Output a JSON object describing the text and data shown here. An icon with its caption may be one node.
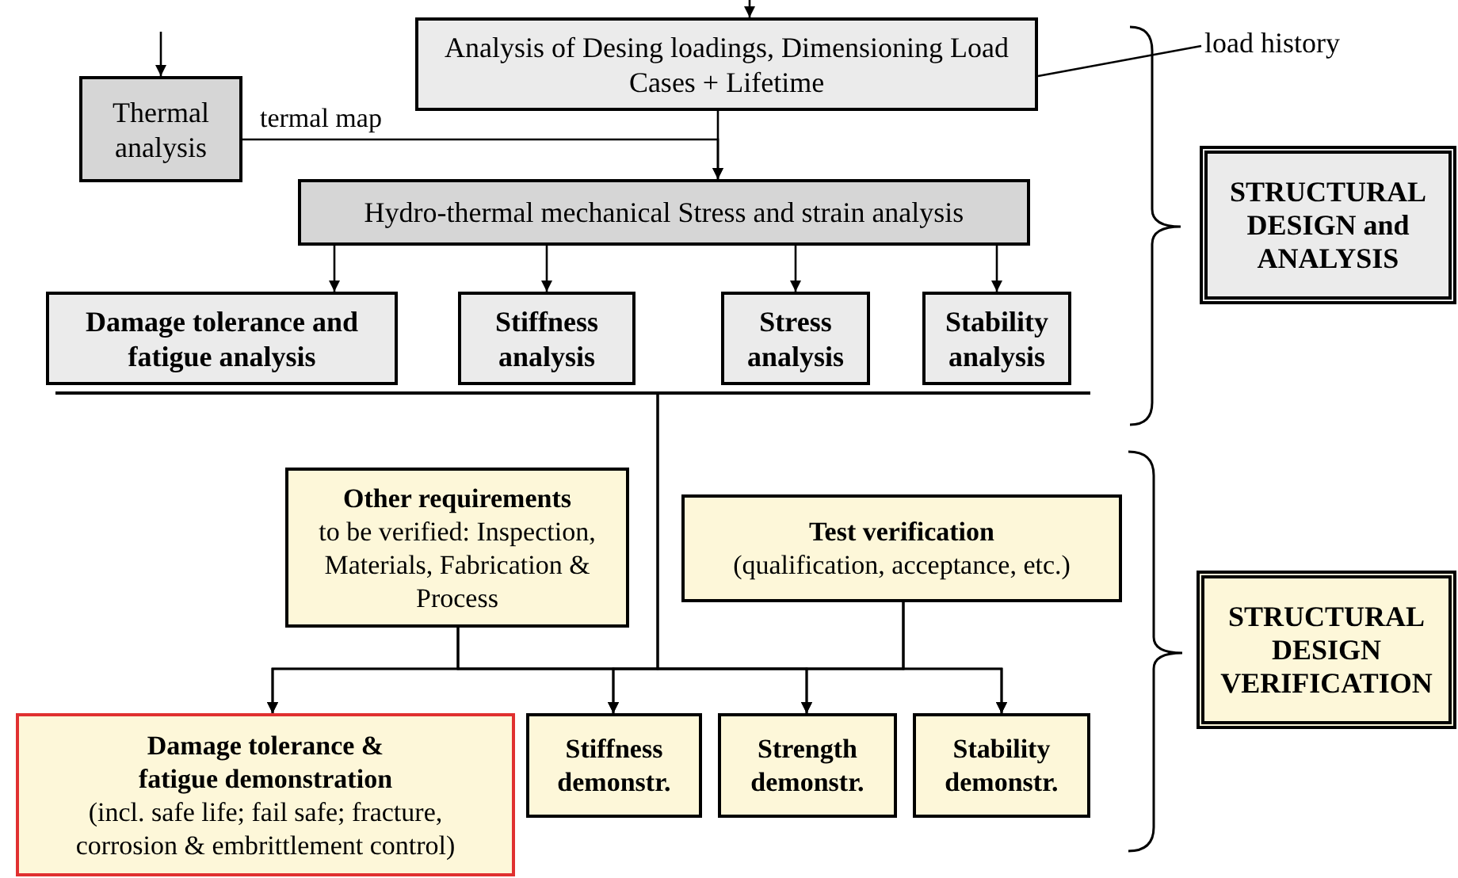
{
  "diagram": {
    "nodes": [
      {
        "text": [
          "Analysis of Desing loadings, Dimensioning Load Cases + Lifetime"
        ]
      },
      {
        "text": [
          "load history"
        ]
      },
      {
        "text": [
          "Thermal analysis"
        ]
      },
      {
        "text": [
          "Hydro-thermal mechanical Stress and strain analysis"
        ]
      },
      {
        "text": [
          "Damage tolerance and fatigue analysis"
        ]
      },
      {
        "text": [
          "Stiffness analysis"
        ]
      },
      {
        "text": [
          "Stress analysis"
        ]
      },
      {
        "text": [
          "Stability analysis"
        ]
      },
      {
        "text": [
          "STRUCTURAL DESIGN and ANALYSIS"
        ]
      },
      {
        "text": [],
        "shape": "bar"
      },
      {
        "text": [
          "Other requirements",
          "to be verified: Inspection, Materials, Fabrication & Process"
        ]
      },
      {
        "text": [
          "Test verification",
          "(qualification, acceptance, etc.)"
        ]
      },
      {
        "text": [
          "Damage tolerance & fatigue demonstration",
          "(incl. safe life; fail safe; fracture, corrosion & embrittlement control)"
        ]
      },
      {
        "text": [
          "Stiffness demonstr."
        ]
      },
      {
        "text": [
          "Strength demonstr."
        ]
      },
      {
        "text": [
          "Stability demonstr."
        ]
      },
      {
        "text": [
          "STRUCTURAL DESIGN VERIFICATION"
        ]
      }
    ],
    "edges": [
      {
        "from": null,
        "to": 0,
        "arrow": "to"
      },
      {
        "from": null,
        "to": 2,
        "arrow": "to"
      },
      {
        "from": 2,
        "to": 3,
        "arrow": "to",
        "label": "termal map"
      },
      {
        "from": 0,
        "to": 3,
        "arrow": "to"
      },
      {
        "from": 3,
        "to": 4,
        "arrow": "to"
      },
      {
        "from": 3,
        "to": 5,
        "arrow": "to"
      },
      {
        "from": 3,
        "to": 6,
        "arrow": "to"
      },
      {
        "from": 3,
        "to": 7,
        "arrow": "to"
      },
      {
        "from": 1,
        "to": 0,
        "arrow": "other"
      },
      {
        "from": 9,
        "to": 12,
        "arrow": "to"
      },
      {
        "from": 9,
        "to": 13,
        "arrow": "to"
      },
      {
        "from": 9,
        "to": 14,
        "arrow": "to"
      },
      {
        "from": 9,
        "to": 15,
        "arrow": "to"
      },
      {
        "from": 10,
        "to": 12,
        "arrow": "to"
      },
      {
        "from": 10,
        "to": 13,
        "arrow": "to"
      },
      {
        "from": 10,
        "to": 14,
        "arrow": "to"
      },
      {
        "from": 10,
        "to": 15,
        "arrow": "to"
      },
      {
        "from": 11,
        "to": 12,
        "arrow": "to"
      },
      {
        "from": 11,
        "to": 13,
        "arrow": "to"
      },
      {
        "from": 11,
        "to": 14,
        "arrow": "to"
      },
      {
        "from": 11,
        "to": 15,
        "arrow": "to"
      }
    ]
  }
}
